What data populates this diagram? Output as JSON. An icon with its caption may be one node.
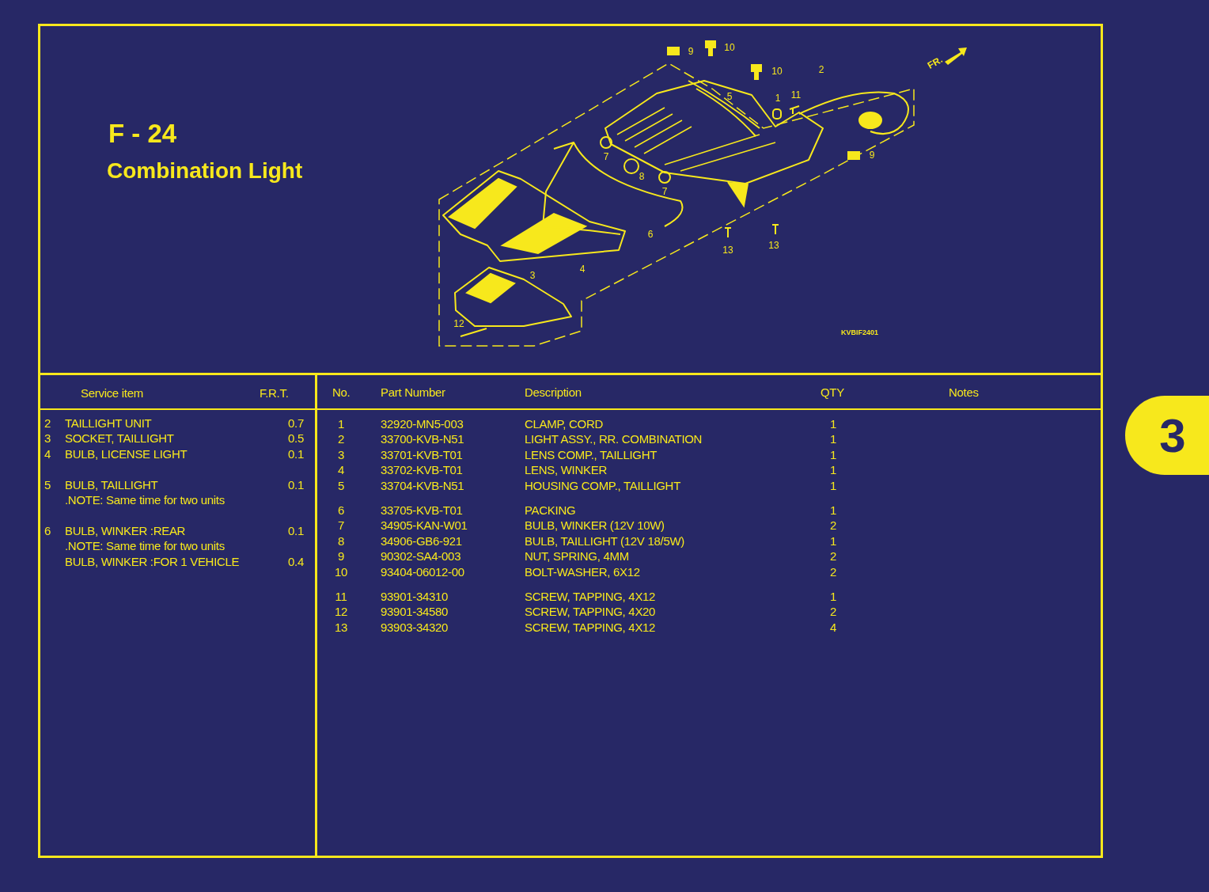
{
  "diagram": {
    "title": "F - 24",
    "nodes": [
      {
        "text": [
          "3"
        ]
      }
    ],
    "labels": [
      "Combination Light",
      "9",
      "10",
      "10",
      "2",
      "5",
      "1",
      "11",
      "7",
      "9",
      "8",
      "7",
      "6",
      "13",
      "13",
      "4",
      "3",
      "12",
      "FR.",
      "KVBIF2401",
      "Service item",
      "F.R.T.",
      "2",
      "TAILLIGHT UNIT",
      "0.7",
      "3",
      "SOCKET, TAILLIGHT",
      "0.5",
      "4",
      "BULB, LICENSE LIGHT",
      "0.1",
      "5",
      "BULB, TAILLIGHT",
      "0.1",
      ".NOTE: Same time for two units",
      "6",
      "BULB, WINKER :REAR",
      "0.1",
      ".NOTE: Same time for two units",
      "BULB, WINKER :FOR 1 VEHICLE",
      "0.4",
      "No.",
      "Part Number",
      "Description",
      "QTY",
      "Notes",
      "1",
      "32920-MN5-003",
      "CLAMP, CORD",
      "1",
      "2",
      "33700-KVB-N51",
      "LIGHT ASSY., RR. COMBINATION",
      "1",
      "3",
      "33701-KVB-T01",
      "LENS COMP., TAILLIGHT",
      "1",
      "4",
      "33702-KVB-T01",
      "LENS, WINKER",
      "1",
      "5",
      "33704-KVB-N51",
      "HOUSING COMP., TAILLIGHT",
      "1",
      "6",
      "33705-KVB-T01",
      "PACKING",
      "1",
      "7",
      "34905-KAN-W01",
      "BULB, WINKER (12V 10W)",
      "2",
      "8",
      "34906-GB6-921",
      "BULB, TAILLIGHT (12V 18/5W)",
      "1",
      "9",
      "90302-SA4-003",
      "NUT, SPRING, 4MM",
      "2",
      "10",
      "93404-06012-00",
      "BOLT-WASHER, 6X12",
      "2",
      "11",
      "93901-34310",
      "SCREW, TAPPING, 4X12",
      "1",
      "12",
      "93901-34580",
      "SCREW, TAPPING, 4X20",
      "2",
      "13",
      "93903-34320",
      "SCREW, TAPPING, 4X12",
      "4"
    ]
  }
}
